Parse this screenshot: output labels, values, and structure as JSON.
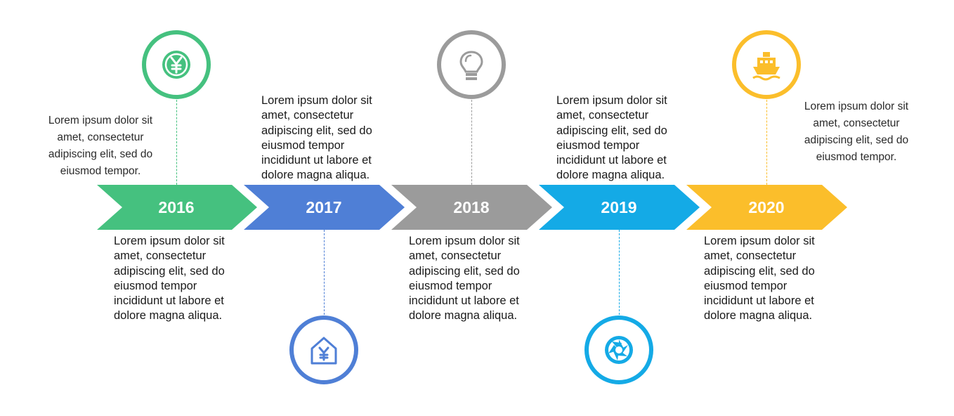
{
  "timeline": [
    {
      "year": "2016",
      "color": "#45c17f",
      "icon": "yen-coin-icon",
      "icon_position": "top",
      "text_top": "Lorem ipsum dolor sit\namet, consectetur\nadipiscing elit, sed do\neiusmod tempor.",
      "text_bottom": "Lorem ipsum dolor sit\namet, consectetur\nadipiscing elit, sed do\neiusmod tempor\nincididunt ut labore et\ndolore magna aliqua."
    },
    {
      "year": "2017",
      "color": "#4f7fd6",
      "icon": "yen-house-icon",
      "icon_position": "bottom",
      "text_top": "Lorem ipsum dolor sit\namet, consectetur\nadipiscing elit, sed do\neiusmod tempor\nincididunt ut labore et\ndolore magna aliqua."
    },
    {
      "year": "2018",
      "color": "#9b9b9b",
      "icon": "lightbulb-icon",
      "icon_position": "top",
      "text_bottom": "Lorem ipsum dolor sit\namet, consectetur\nadipiscing elit, sed do\neiusmod tempor\nincididunt ut labore et\ndolore magna aliqua."
    },
    {
      "year": "2019",
      "color": "#14aae6",
      "icon": "camera-aperture-icon",
      "icon_position": "bottom",
      "text_top": "Lorem ipsum dolor sit\namet, consectetur\nadipiscing elit, sed do\neiusmod tempor\nincididunt ut labore et\ndolore magna aliqua."
    },
    {
      "year": "2020",
      "color": "#fbbe2b",
      "icon": "ship-icon",
      "icon_position": "top",
      "text_top": "Lorem ipsum dolor sit\namet, consectetur\nadipiscing elit, sed do\neiusmod tempor.",
      "text_bottom": "Lorem ipsum dolor sit\namet, consectetur\nadipiscing elit, sed do\neiusmod tempor\nincididunt ut labore et\ndolore magna aliqua."
    }
  ]
}
